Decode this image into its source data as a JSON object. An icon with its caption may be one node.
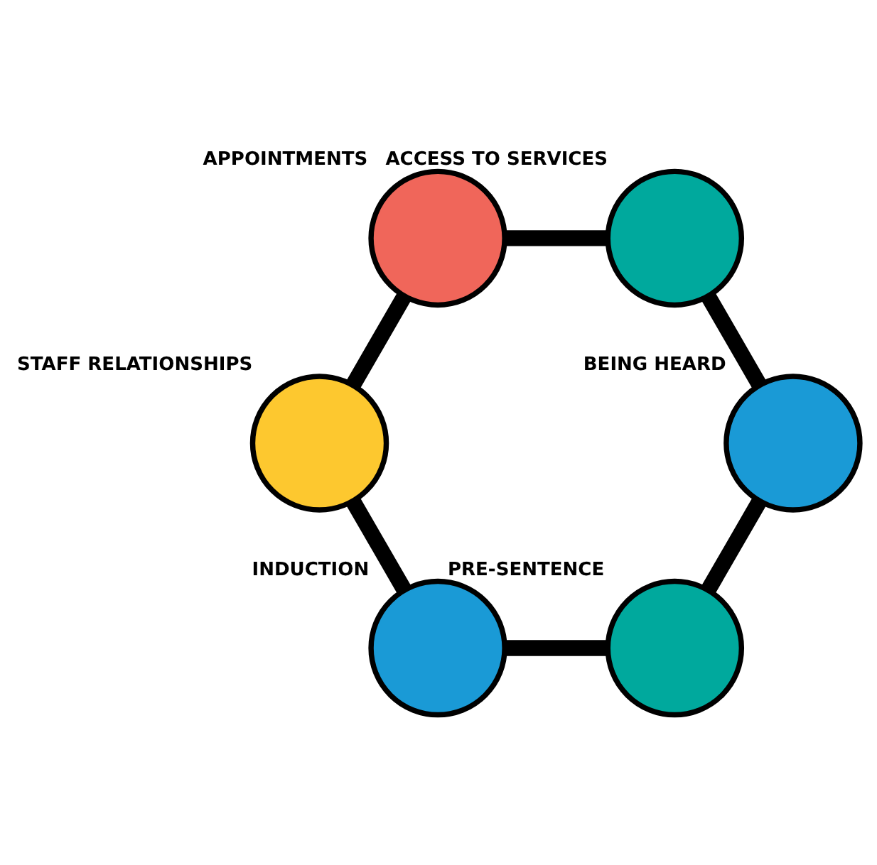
{
  "diagram": {
    "nodes": [
      {
        "text": [],
        "shape": "circle",
        "beside": [
          "PRE-SENTENCE"
        ]
      },
      {
        "text": [],
        "shape": "circle",
        "beside": [
          "BEING HEARD"
        ]
      },
      {
        "text": [],
        "shape": "circle",
        "beside": [
          "INDUCTION"
        ]
      },
      {
        "text": [],
        "shape": "circle",
        "beside": [
          "ACCESS TO SERVICES"
        ]
      },
      {
        "text": [],
        "shape": "circle",
        "beside": [
          "STAFF RELATIONSHIPS"
        ]
      },
      {
        "text": [],
        "shape": "circle",
        "beside": [
          "APPOINTMENTS"
        ]
      }
    ],
    "edges": [
      {
        "from": 0,
        "to": 2,
        "arrow": "none"
      },
      {
        "from": 2,
        "to": 4,
        "arrow": "none"
      },
      {
        "from": 4,
        "to": 5,
        "arrow": "none"
      },
      {
        "from": 5,
        "to": 3,
        "arrow": "none"
      },
      {
        "from": 3,
        "to": 1,
        "arrow": "none"
      },
      {
        "from": 1,
        "to": 0,
        "arrow": "none"
      }
    ]
  }
}
